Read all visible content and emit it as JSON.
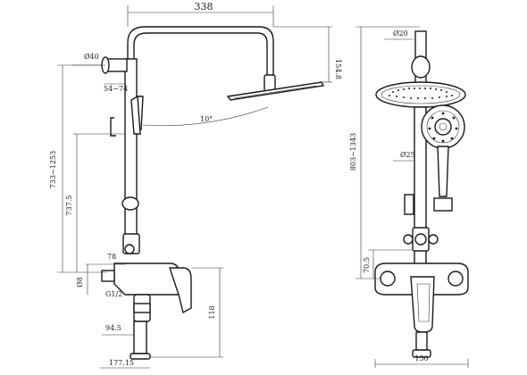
{
  "dimensions": {
    "arm_width": "338",
    "head_drop": "154.8",
    "wall_holder_dia": "Ø40",
    "holder_spacing": "54~74",
    "head_tilt": "10°",
    "adjust_range": "733~1253",
    "slide_bar": "737.5",
    "valve_offset": "78",
    "valve_side": "Ø8",
    "inlet_thread": "G1/2",
    "centre_height": "118",
    "inlet_spacing": "94.5",
    "base_width": "177.15",
    "pipe_dia": "Ø20",
    "head_pipe_dia": "Ø25",
    "total_height": "803~1343",
    "lower_offset": "70.5",
    "front_width": "150"
  },
  "colors": {
    "line": "#1a1a1a",
    "fill": "#ffffff"
  }
}
